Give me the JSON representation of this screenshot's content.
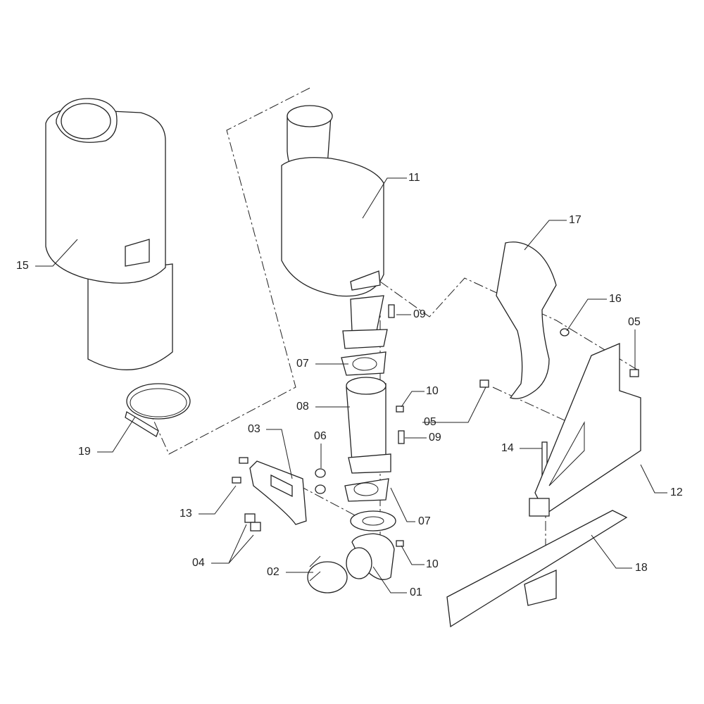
{
  "callouts": [
    {
      "id": "15",
      "text": "15"
    },
    {
      "id": "11",
      "text": "11"
    },
    {
      "id": "17",
      "text": "17"
    },
    {
      "id": "16",
      "text": "16"
    },
    {
      "id": "05a",
      "text": "05"
    },
    {
      "id": "09a",
      "text": "09"
    },
    {
      "id": "07a",
      "text": "07"
    },
    {
      "id": "10a",
      "text": "10"
    },
    {
      "id": "08",
      "text": "08"
    },
    {
      "id": "05b",
      "text": "05"
    },
    {
      "id": "09b",
      "text": "09"
    },
    {
      "id": "03",
      "text": "03"
    },
    {
      "id": "06",
      "text": "06"
    },
    {
      "id": "19",
      "text": "19"
    },
    {
      "id": "14",
      "text": "14"
    },
    {
      "id": "12",
      "text": "12"
    },
    {
      "id": "13",
      "text": "13"
    },
    {
      "id": "07b",
      "text": "07"
    },
    {
      "id": "04",
      "text": "04"
    },
    {
      "id": "10b",
      "text": "10"
    },
    {
      "id": "02",
      "text": "02"
    },
    {
      "id": "18",
      "text": "18"
    },
    {
      "id": "01",
      "text": "01"
    }
  ]
}
